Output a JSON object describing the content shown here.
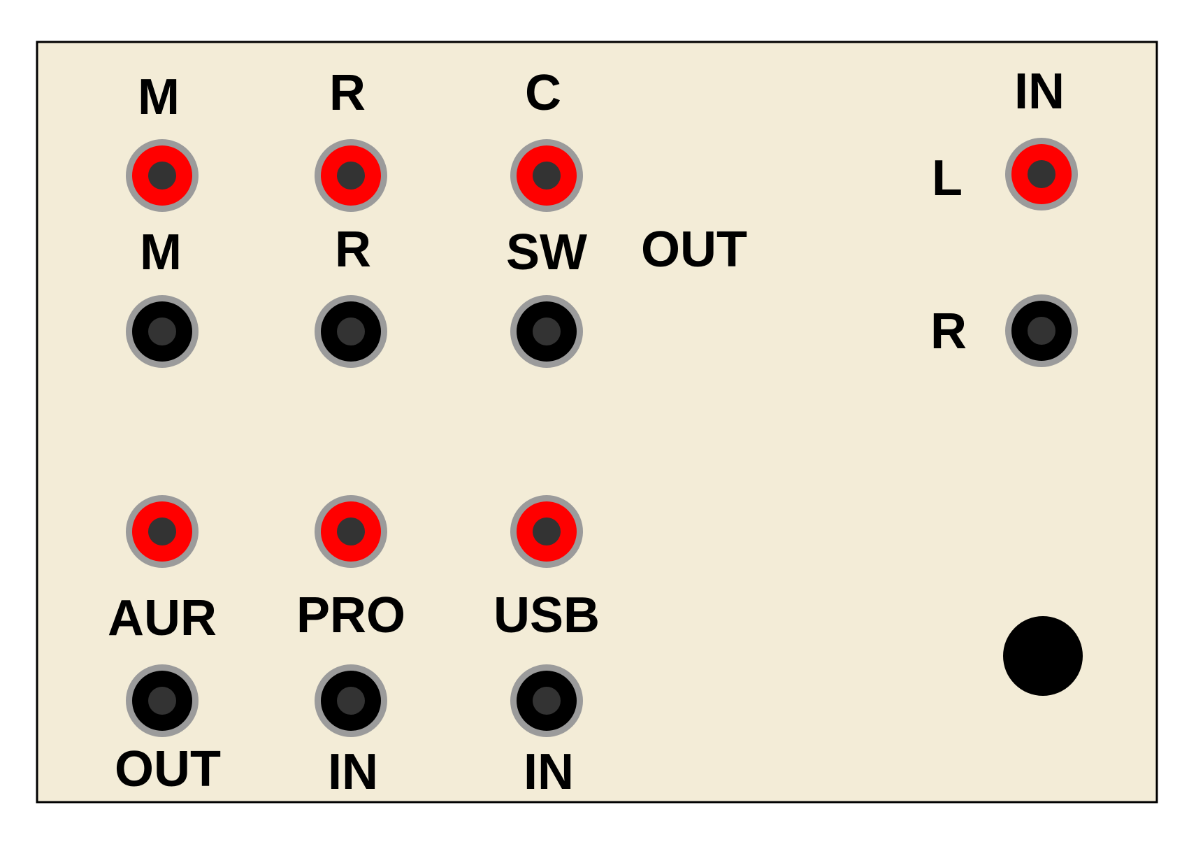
{
  "colors": {
    "panel_fill": "#f3ecd7",
    "panel_border": "#000000",
    "jack_ring": "#9b9b9b",
    "jack_red": "#ff0000",
    "jack_black": "#000000",
    "jack_center": "#333333",
    "label": "#000000"
  },
  "panel": {
    "top_row": {
      "labels": [
        "M",
        "R",
        "C"
      ],
      "jack_color": "red"
    },
    "second_row": {
      "labels": [
        "M",
        "R",
        "SW"
      ],
      "group_label": "OUT",
      "jack_color": "black"
    },
    "input_section": {
      "title": "IN",
      "left_label": "L",
      "right_label": "R",
      "left_jack_color": "red",
      "right_jack_color": "black"
    },
    "bottom_red_row": {
      "jack_color": "red"
    },
    "bottom_labels": [
      "AUR",
      "PRO",
      "USB"
    ],
    "bottom_black_row": {
      "jack_color": "black"
    },
    "bottom_sublabels": [
      "OUT",
      "IN",
      "IN"
    ],
    "mount_hole": "round-black-hole"
  }
}
